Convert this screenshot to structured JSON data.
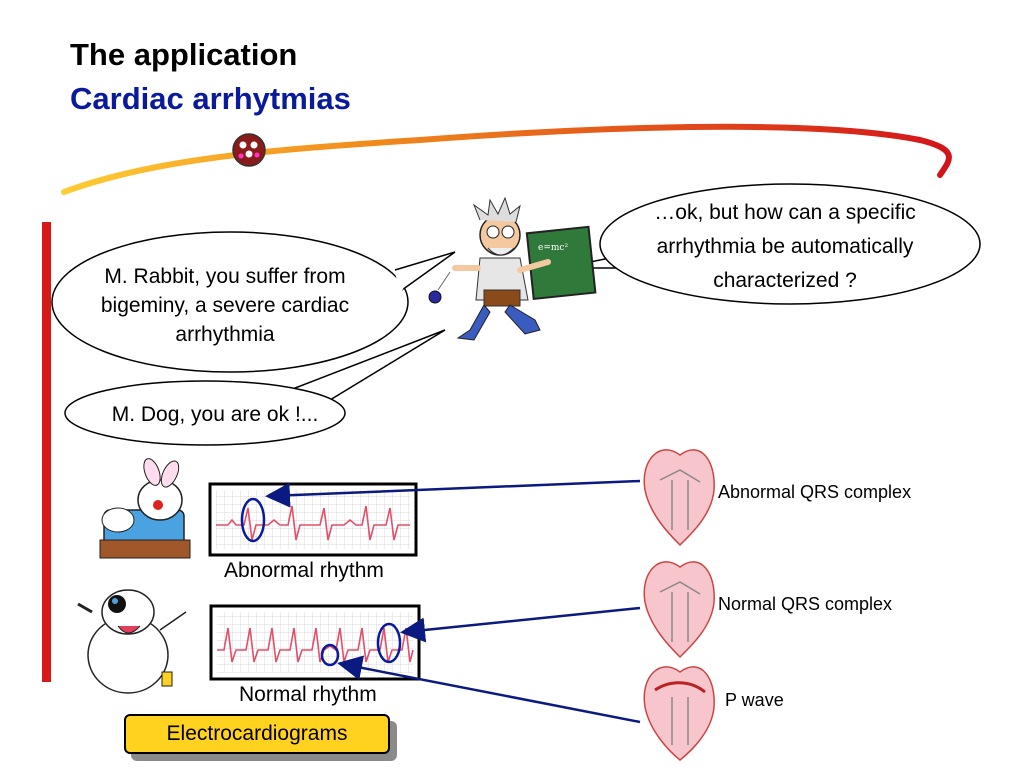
{
  "slide": {
    "title": "The application",
    "subtitle": "Cardiac arrhytmias"
  },
  "bubbles": {
    "rabbit_diagnosis": "M. Rabbit, you suffer from bigeminy, a severe cardiac arrhythmia",
    "dog_diagnosis": "M. Dog, you are ok !...",
    "professor_question_line1": "…ok, but how can a specific",
    "professor_question_line2": "arrhythmia be automatically",
    "professor_question_line3": "characterized ?"
  },
  "ecg": {
    "abnormal_label": "Abnormal rhythm",
    "normal_label": "Normal rhythm",
    "button_label": "Electrocardiograms"
  },
  "heart_labels": {
    "abnormal_qrs": "Abnormal QRS complex",
    "normal_qrs": "Normal QRS complex",
    "p_wave": "P wave"
  },
  "colors": {
    "title": "#000000",
    "subtitle": "#0a1a9c",
    "accent_red": "#d61a1a",
    "arrow_blue": "#0a1a80",
    "ecg_trace": "#e0506a",
    "button_fill": "#ffd21f"
  },
  "blackboard_formula": "e=mc²"
}
